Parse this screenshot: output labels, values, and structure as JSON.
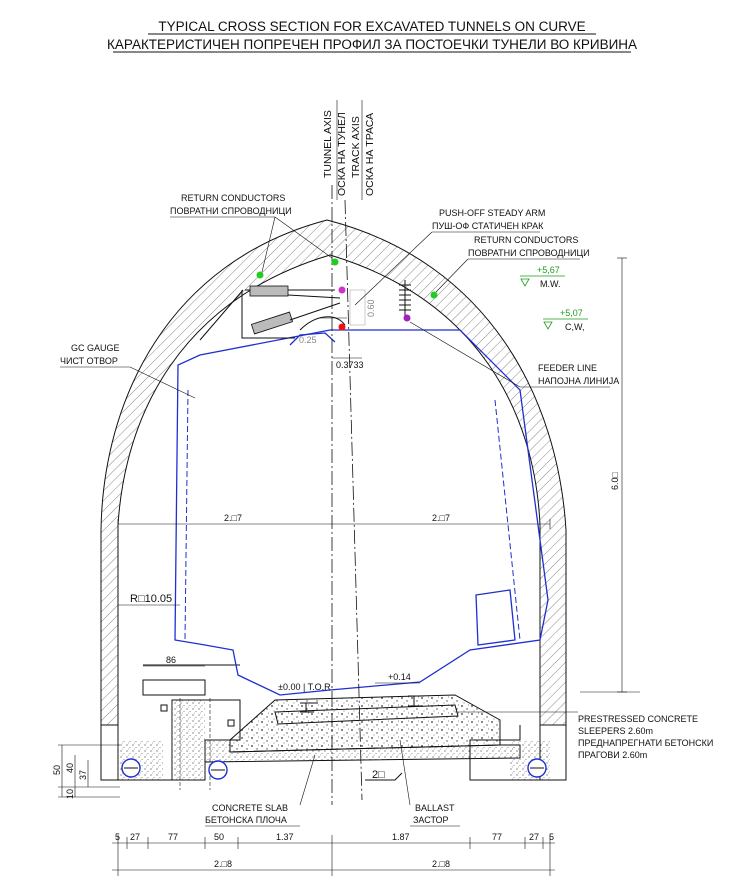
{
  "title": {
    "en": "TYPICAL CROSS SECTION FOR EXCAVATED TUNNELS ON CURVE",
    "mk": "КАРАКТЕРИСТИЧЕН ПОПРЕЧЕН ПРОФИЛ ЗА ПОСТОЕЧКИ ТУНЕЛИ ВО КРИВИНА"
  },
  "axes": {
    "tunnel_en": "TUNNEL AXIS",
    "tunnel_mk": "ОСКА НА ТУНЕЛ",
    "track_en": "TRACK AXIS",
    "track_mk": "ОСКА НА ТРАСА"
  },
  "labels": {
    "return_left_en": "RETURN CONDUCTORS",
    "return_left_mk": "ПОВРАТНИ СПРОВОДНИЦИ",
    "pushoff_en": "PUSH-OFF STEADY ARM",
    "pushoff_mk": "ПУШ-ОФ СТАТИЧЕН КРАК",
    "return_right_en": "RETURN CONDUCTORS",
    "return_right_mk": "ПОВРАТНИ СПРОВОДНИЦИ",
    "gauge_en": "GC GAUGE",
    "gauge_mk": "ЧИСТ ОТВОР",
    "feeder_en": "FEEDER LINE",
    "feeder_mk": "НАПОЈНА ЛИНИЈА",
    "sleepers_en1": "PRESTRESSED CONCRETE",
    "sleepers_en2": "SLEEPERS 2.60m",
    "sleepers_mk1": "ПРЕДНАПРЕГНАТИ БЕТОНСКИ",
    "sleepers_mk2": "ПРАГОВИ 2.60m",
    "slab_en": "CONCRETE SLAB",
    "slab_mk": "БЕТОНСКА ПЛОЧА",
    "ballast_en": "BALLAST",
    "ballast_mk": "ЗАСТОР"
  },
  "levels": {
    "mw_value": "+5,67",
    "mw_label": "M.W.",
    "cw_value": "+5,07",
    "cw_label": "C,W,",
    "tor": "±0.00 | T.O.R",
    "rail_right": "+0.14"
  },
  "dims": {
    "radius": "R□10.05",
    "half_width_left": "2.□7",
    "half_width_right": "2.□7",
    "height": "6.0□",
    "offset": "0.3733",
    "d060": "0.60",
    "d025": "0.25",
    "d86": "86",
    "slope": "2□",
    "v50": "50",
    "v40": "40",
    "v37": "37",
    "v10": "10",
    "bottom_row": [
      "5",
      "27",
      "77",
      "50",
      "1.37",
      "1.87",
      "77",
      "27",
      "5"
    ],
    "bottom_total_left": "2.□8",
    "bottom_total_right": "2.□8"
  },
  "colors": {
    "gauge": "#1f2fd0",
    "levels": "#1c9a1c",
    "marker_green": "#22cc22",
    "marker_purple": "#a020c0",
    "marker_magenta": "#cc33cc",
    "marker_red": "#ee1111"
  }
}
